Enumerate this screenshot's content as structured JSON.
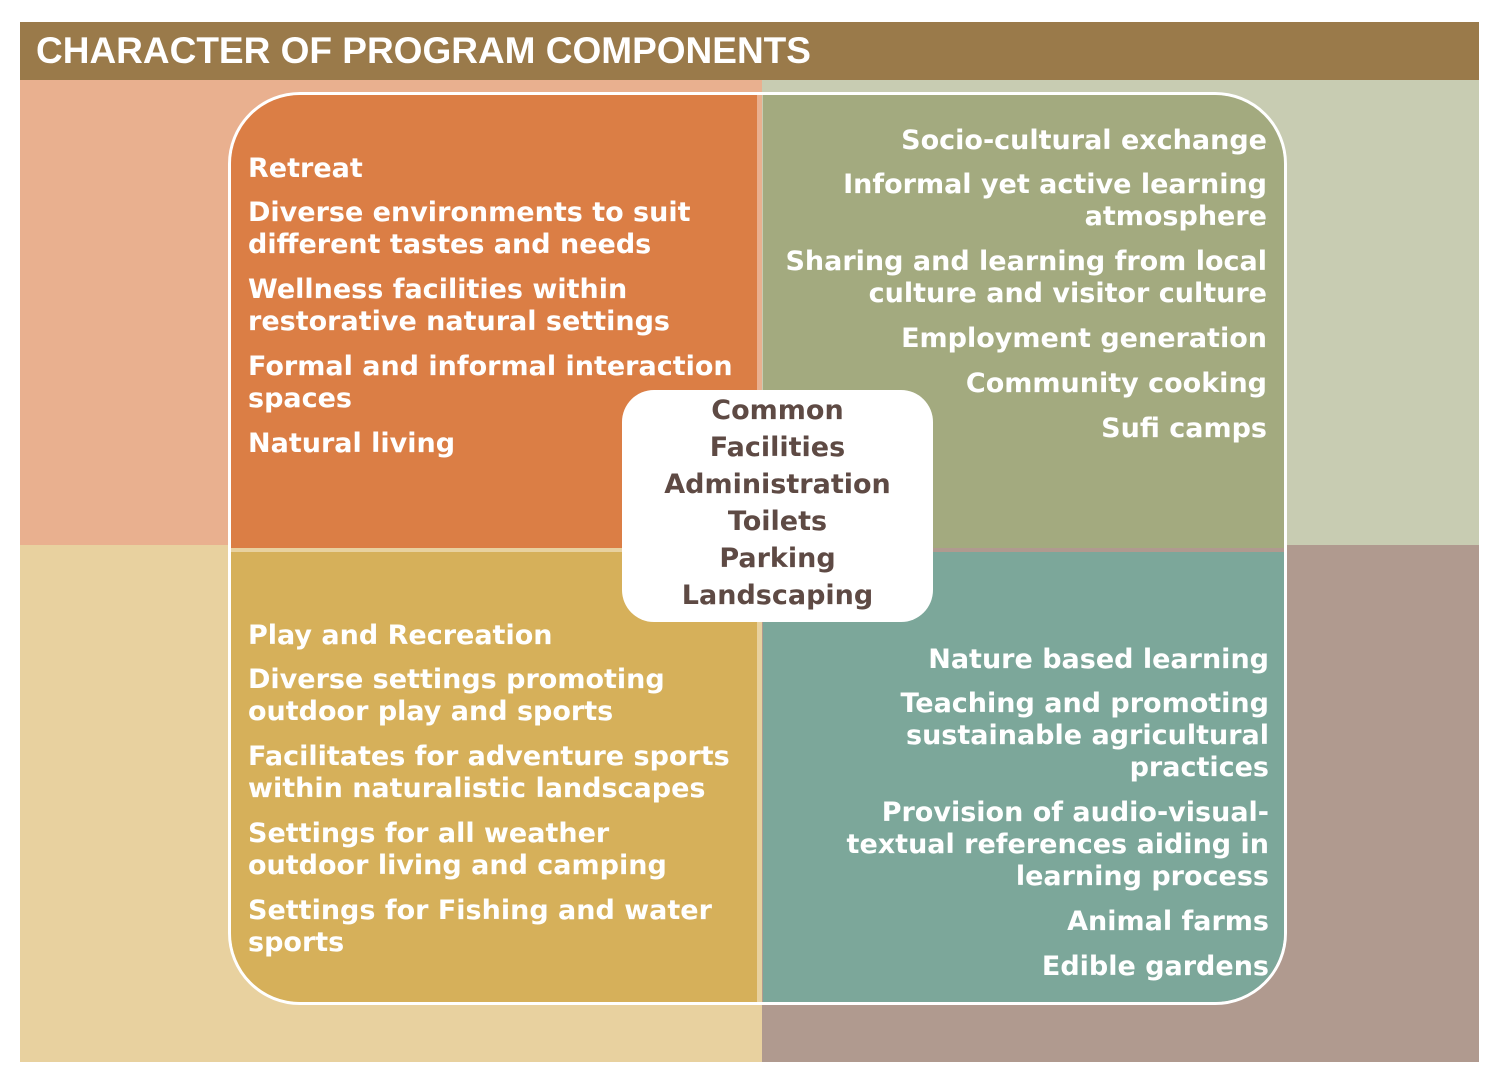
{
  "title": "CHARACTER OF PROGRAM COMPONENTS",
  "colors": {
    "header": "#9a7a4a",
    "bg_top_left": "#e9b08f",
    "bg_top_right": "#c8ccb2",
    "bg_bottom_left": "#e8d19f",
    "bg_bottom_right": "#b09a8f",
    "retreat": "#db7e45",
    "socio_cultural": "#a3aa7f",
    "play": "#d6b05a",
    "nature": "#7ca79a",
    "center_text": "#5e4a44"
  },
  "quadrants": {
    "retreat": {
      "heading": "Retreat",
      "items": [
        "Diverse environments to suit different tastes and  needs",
        "Wellness facilities within restorative natural settings",
        "Formal and informal interaction spaces",
        "Natural living"
      ]
    },
    "socio_cultural": {
      "heading": "Socio-cultural exchange",
      "items": [
        "Informal yet active learning atmosphere",
        "Sharing and learning from local culture and visitor culture",
        "Employment generation",
        "Community cooking",
        "Sufi camps"
      ]
    },
    "play": {
      "heading": "Play and Recreation",
      "items": [
        "Diverse settings promoting outdoor play and sports",
        "Facilitates for adventure sports within naturalistic landscapes",
        "Settings for all weather outdoor living and camping",
        "Settings for Fishing and water sports"
      ]
    },
    "nature": {
      "heading": "Nature based learning",
      "items": [
        "Teaching and promoting sustainable agricultural practices",
        "Provision of audio-visual-textual references aiding in learning process",
        "Animal farms",
        "Edible gardens"
      ]
    }
  },
  "center": {
    "heading_1": "Common",
    "heading_2": "Facilities",
    "items": [
      "Administration",
      "Toilets",
      "Parking",
      "Landscaping"
    ]
  }
}
